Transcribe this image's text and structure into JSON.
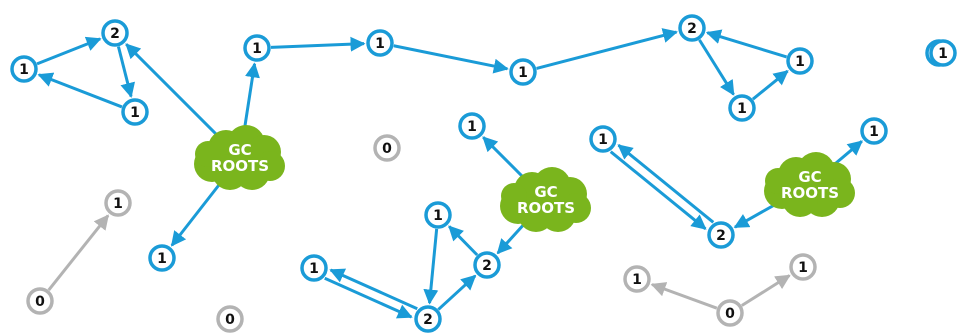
{
  "colors": {
    "live": "#1a9bd7",
    "garbage": "#b3b3b3",
    "root_fill": "#7ab51d",
    "root_text": "#ffffff",
    "node_fill": "#ffffff",
    "node_text": "#111111"
  },
  "roots": [
    {
      "id": "r1",
      "label": "GC\nROOTS"
    },
    {
      "id": "r2",
      "label": "GC\nROOTS"
    },
    {
      "id": "r3",
      "label": "GC\nROOTS"
    }
  ],
  "nodes": [
    {
      "id": "n1",
      "label": "1",
      "state": "live"
    },
    {
      "id": "n2",
      "label": "2",
      "state": "live"
    },
    {
      "id": "n3",
      "label": "1",
      "state": "live"
    },
    {
      "id": "n4",
      "label": "1",
      "state": "live"
    },
    {
      "id": "n5",
      "label": "1",
      "state": "live"
    },
    {
      "id": "n6",
      "label": "1",
      "state": "live"
    },
    {
      "id": "n7",
      "label": "2",
      "state": "live"
    },
    {
      "id": "n8",
      "label": "1",
      "state": "live"
    },
    {
      "id": "n9",
      "label": "1",
      "state": "live"
    },
    {
      "id": "n10",
      "label": "1",
      "state": "live"
    },
    {
      "id": "n11",
      "label": "1",
      "state": "live"
    },
    {
      "id": "n12",
      "label": "0",
      "state": "garbage"
    },
    {
      "id": "n13",
      "label": "1",
      "state": "garbage"
    },
    {
      "id": "n14",
      "label": "0",
      "state": "garbage"
    },
    {
      "id": "n15",
      "label": "0",
      "state": "garbage"
    },
    {
      "id": "n16",
      "label": "1",
      "state": "live"
    },
    {
      "id": "n17",
      "label": "1",
      "state": "live"
    },
    {
      "id": "n18",
      "label": "2",
      "state": "live"
    },
    {
      "id": "n19",
      "label": "1",
      "state": "live"
    },
    {
      "id": "n20",
      "label": "2",
      "state": "live"
    },
    {
      "id": "n21",
      "label": "1",
      "state": "live"
    },
    {
      "id": "n22",
      "label": "2",
      "state": "live"
    },
    {
      "id": "n23",
      "label": "1",
      "state": "live"
    },
    {
      "id": "n24",
      "label": "1",
      "state": "live"
    },
    {
      "id": "n25",
      "label": "1",
      "state": "garbage"
    },
    {
      "id": "n26",
      "label": "0",
      "state": "garbage"
    },
    {
      "id": "n27",
      "label": "1",
      "state": "garbage"
    }
  ],
  "edges": [
    [
      "n1",
      "n2"
    ],
    [
      "n2",
      "n3"
    ],
    [
      "n3",
      "n1"
    ],
    [
      "r1",
      "n2"
    ],
    [
      "r1",
      "n4"
    ],
    [
      "r1",
      "n5"
    ],
    [
      "n4",
      "n6"
    ],
    [
      "n6",
      "n11"
    ],
    [
      "n11",
      "n7"
    ],
    [
      "n7",
      "n9"
    ],
    [
      "n9",
      "n8"
    ],
    [
      "n8",
      "n7"
    ],
    [
      "n12",
      "n13"
    ],
    [
      "r2",
      "n16"
    ],
    [
      "r2",
      "n18"
    ],
    [
      "n18",
      "n17"
    ],
    [
      "n17",
      "n20"
    ],
    [
      "n20",
      "n18"
    ],
    [
      "n20",
      "n19"
    ],
    [
      "n19",
      "n20"
    ],
    [
      "r3",
      "n10"
    ],
    [
      "r3",
      "n22"
    ],
    [
      "n22",
      "n21"
    ],
    [
      "n21",
      "n22"
    ],
    [
      "n26",
      "n25"
    ],
    [
      "n26",
      "n27"
    ]
  ]
}
